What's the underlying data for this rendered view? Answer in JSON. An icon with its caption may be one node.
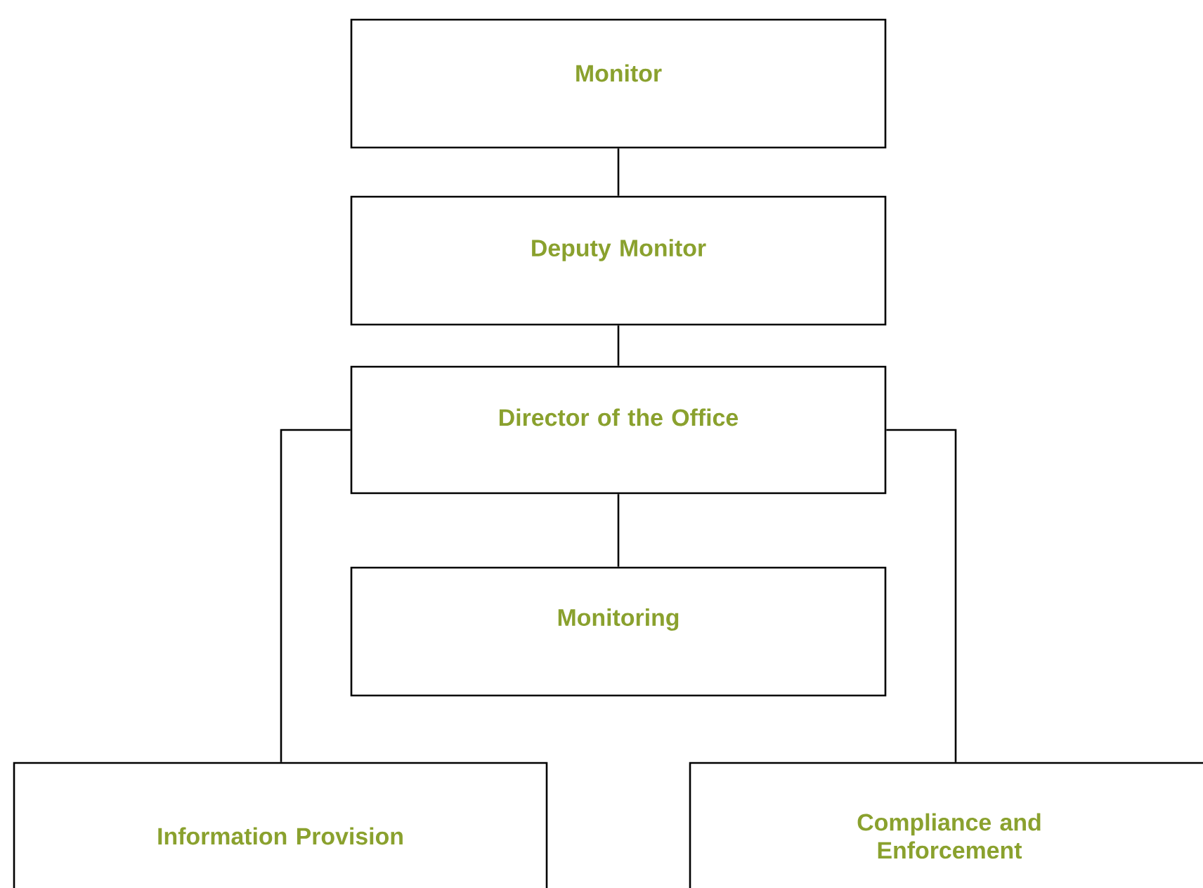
{
  "diagram": {
    "nodes": [
      {
        "text": [
          "Monitor"
        ]
      },
      {
        "text": [
          "Deputy Monitor"
        ]
      },
      {
        "text": [
          "Director of the Office"
        ]
      },
      {
        "text": [
          "Monitoring"
        ]
      },
      {
        "text": [
          "Information Provision"
        ]
      },
      {
        "text": [
          "Compliance and Enforcement"
        ]
      }
    ],
    "edges": [
      {
        "from": 0,
        "to": 1,
        "arrow": "none"
      },
      {
        "from": 1,
        "to": 2,
        "arrow": "none"
      },
      {
        "from": 2,
        "to": 3,
        "arrow": "none"
      },
      {
        "from": 2,
        "to": 4,
        "arrow": "none"
      },
      {
        "from": 2,
        "to": 5,
        "arrow": "none"
      }
    ]
  }
}
